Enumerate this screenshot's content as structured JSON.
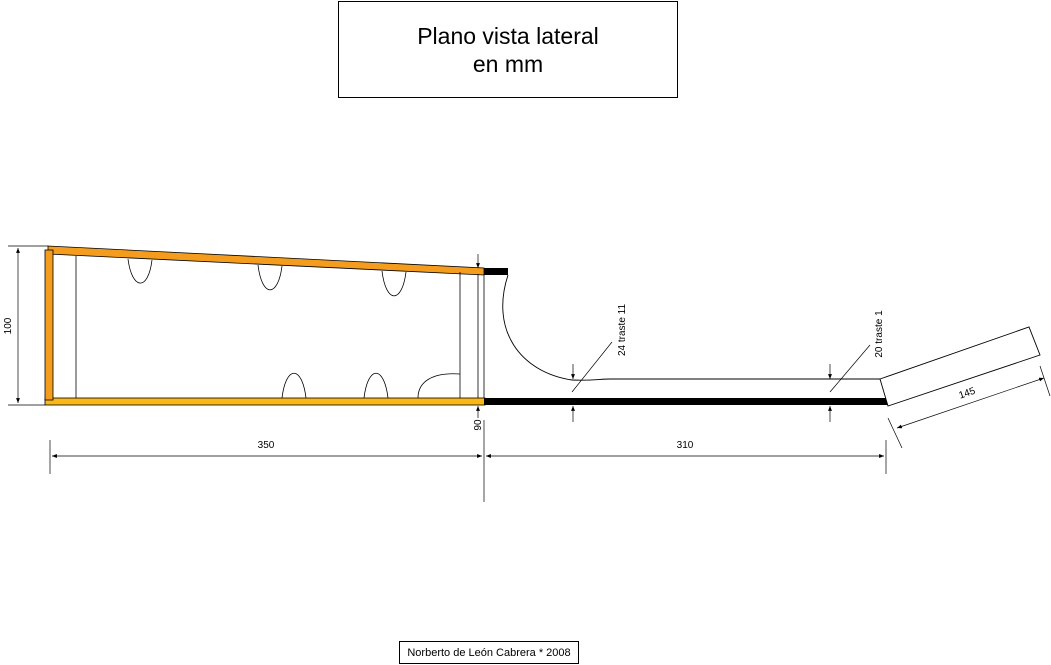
{
  "title": {
    "line1": "Plano vista lateral",
    "line2": "en mm"
  },
  "credit": "Norberto de León Cabrera * 2008",
  "dimensions": {
    "height": "100",
    "body_length": "350",
    "neck_length": "310",
    "head_length": "145",
    "neck_thickness": "90",
    "fret_11_label": "24 traste 11",
    "fret_1_label": "20 traste 1"
  },
  "colors": {
    "body_wood": "#f39c1e",
    "fingerboard": "#000000",
    "line": "#000000"
  }
}
